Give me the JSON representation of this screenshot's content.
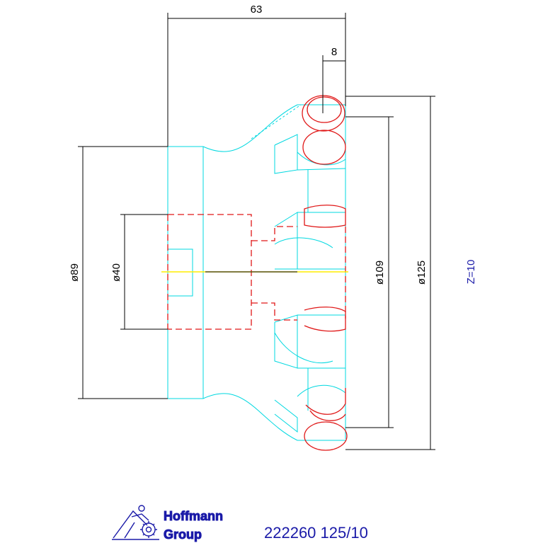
{
  "dimensions": {
    "length": "63",
    "tooth": "8",
    "d_shank": "ø89",
    "d_bore": "ø40",
    "d_inner": "ø109",
    "d_outer": "ø125"
  },
  "teeth_label": "Z=10",
  "logo": {
    "line1": "Hoffmann",
    "line2": "Group"
  },
  "article": "222260 125/10",
  "colors": {
    "profile": "#00d8e0",
    "inserts": "#e01818",
    "dimensions": "#000000",
    "axis": "#ffee00",
    "brand": "#1a1aa8"
  }
}
